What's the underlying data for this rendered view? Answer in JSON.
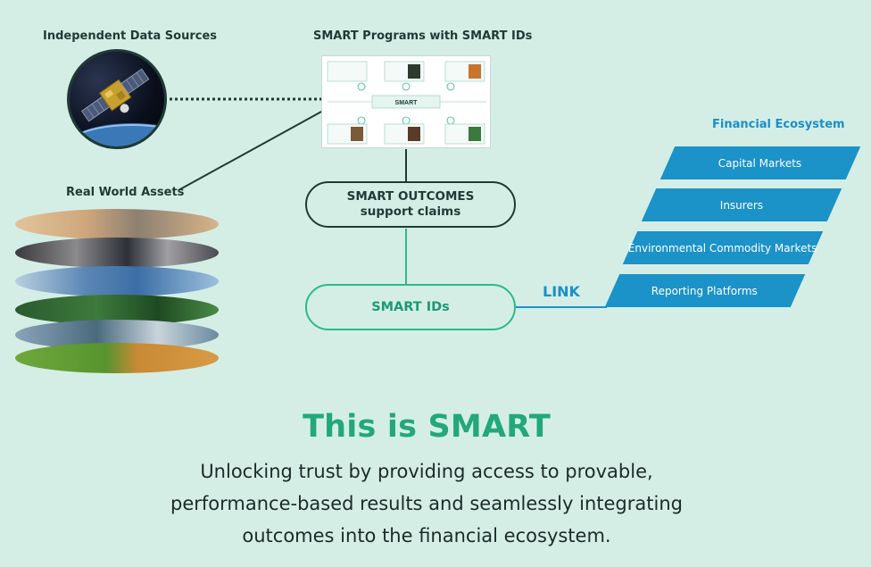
{
  "labels": {
    "independent_data_sources": "Independent Data Sources",
    "smart_programs": "SMART Programs with SMART IDs",
    "real_world_assets": "Real World Assets",
    "financial_ecosystem": "Financial Ecosystem",
    "link": "LINK"
  },
  "program_card": {
    "title": "SMART"
  },
  "outcomes_box": {
    "line1": "SMART OUTCOMES",
    "line2": "support claims"
  },
  "ids_box": {
    "label": "SMART IDs"
  },
  "financial_items": [
    "Capital Markets",
    "Insurers",
    "Environmental Commodity Markets",
    "Reporting Platforms"
  ],
  "headline": "This is SMART",
  "subtext": [
    "Unlocking trust by providing access to provable,",
    "performance-based results and seamlessly integrating",
    "outcomes into the financial ecosystem."
  ],
  "colors": {
    "background": "#d4eee6",
    "dark": "#1f3a34",
    "green": "#2cb98a",
    "blue": "#1b92c8"
  },
  "icons": {
    "satellite": "satellite-icon",
    "asset_stack": "asset-layers-icon"
  }
}
